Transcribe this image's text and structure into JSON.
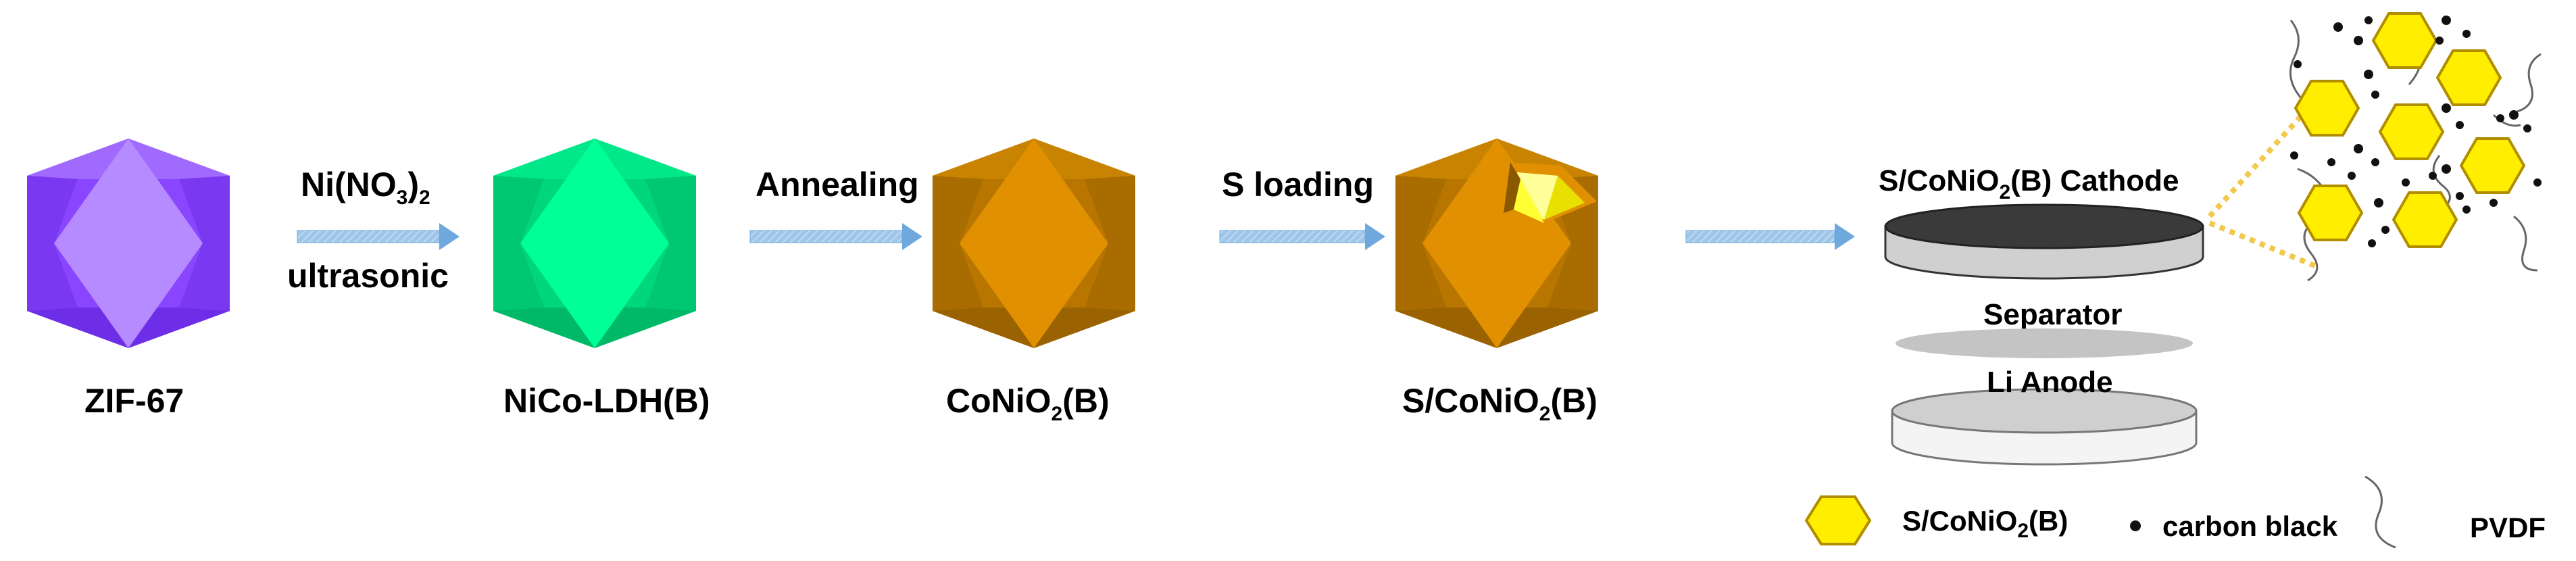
{
  "labels": {
    "zif": "ZIF-67",
    "ldh": "NiCo-LDH(B)",
    "coni_pre": "CoNiO",
    "coni_sub": "2",
    "coni_post": "(B)",
    "scn_pre": "S/CoNiO",
    "scn_sub": "2",
    "scn_post": "(B)"
  },
  "steps": {
    "s1_top_pre": "Ni(NO",
    "s1_top_sub1": "3",
    "s1_top_mid": ")",
    "s1_top_sub2": "2",
    "s1_bottom": "ultrasonic",
    "s2": "Annealing",
    "s3": "S loading"
  },
  "battery": {
    "cathode_pre": "S/CoNiO",
    "cathode_sub": "2",
    "cathode_post": "(B) Cathode",
    "separator": "Separator",
    "anode": "Li Anode"
  },
  "legend": {
    "hex_pre": "S/CoNiO",
    "hex_sub": "2",
    "hex_post": "(B)",
    "dot": "carbon black",
    "line": "PVDF"
  },
  "colors": {
    "zif_light": "#b68bff",
    "zif_mid": "#8a46ff",
    "zif_dark": "#6e2ee8",
    "ldh_light": "#00ff99",
    "ldh_mid": "#00d67c",
    "ldh_dark": "#00b968",
    "coni_light": "#e09000",
    "coni_mid": "#c07c00",
    "coni_dark": "#9a6200",
    "sulfur": "#ffff33",
    "arrow": "#9fc5e8",
    "arrow_edge": "#6fa8dc",
    "hex_fill": "#ffee00",
    "hex_stroke": "#c8a400"
  }
}
